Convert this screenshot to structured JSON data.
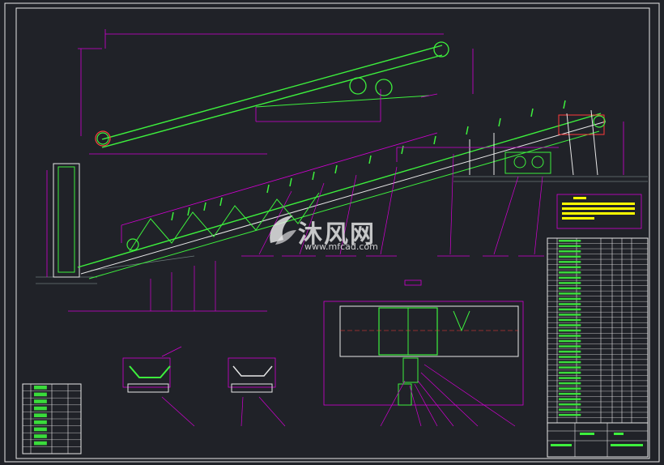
{
  "watermark": {
    "brand": "沐风网",
    "site": "www.mfcad.com"
  },
  "colors": {
    "background": "#202228",
    "frame": "#ffffff",
    "dimension": "#d200d2",
    "belt": "#3df03d",
    "structure": "#e8e8e8",
    "note": "#ffff00",
    "ground": "#6b7a7a",
    "accent_red": "#ff3a3a"
  },
  "parts_table": {
    "row_count": 35
  },
  "bom_table": {
    "row_count": 10
  }
}
